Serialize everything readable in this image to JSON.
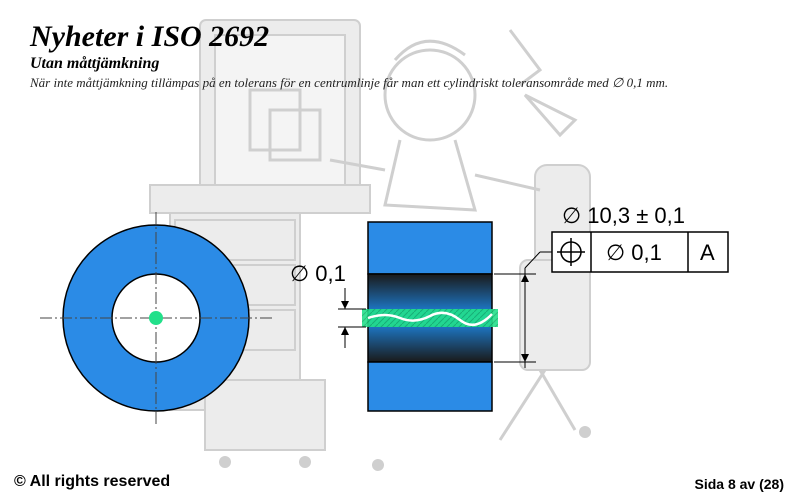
{
  "slide": {
    "title": "Nyheter i ISO 2692",
    "subtitle": "Utan måttjämkning",
    "description": "När inte måttjämkning tillämpas på en tolerans för en centrumlinje får man ett cylindriskt toleransområde med ∅ 0,1 mm.",
    "copyright": "© All rights reserved",
    "page_indicator": "Sida 8 av (28)"
  },
  "diagram": {
    "diameter_dimension": "∅ 10,3 ± 0,1",
    "fcf_position_symbol_icon": "position-tolerance-icon",
    "fcf_tolerance": "∅ 0,1",
    "fcf_datum": "A",
    "zone_label": "∅ 0,1",
    "colors": {
      "part_fill": "#2b8be6",
      "centerline_zone": "#22e08a",
      "outline": "#000000",
      "background_art": "#d9d9d9"
    }
  }
}
